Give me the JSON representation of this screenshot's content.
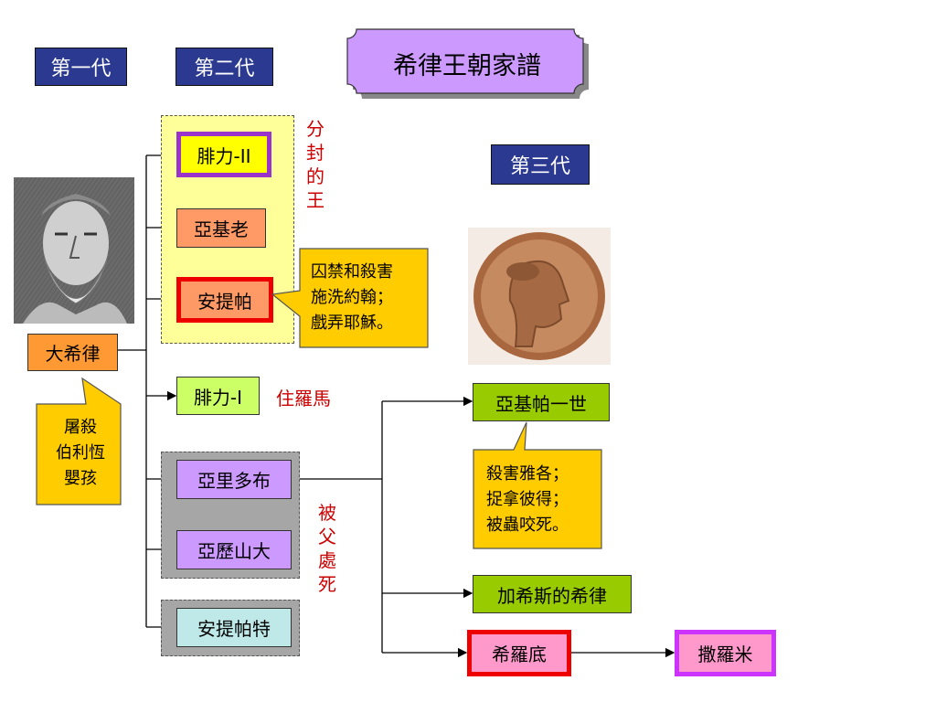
{
  "title": "希律王朝家譜",
  "generations": {
    "first": "第一代",
    "second": "第二代",
    "third": "第三代"
  },
  "people": {
    "herod": "大希律",
    "philip2": "腓力-II",
    "archelaus": "亞基老",
    "antipas": "安提帕",
    "philip1": "腓力-I",
    "aristobulus": "亞里多布",
    "alexander": "亞歷山大",
    "antipater": "安提帕特",
    "agrippa1": "亞基帕一世",
    "herod_chalcis": "加希斯的希律",
    "herodias": "希羅底",
    "salome": "撒羅米"
  },
  "labels": {
    "fenfeng": [
      "分",
      "封",
      "的",
      "王"
    ],
    "zhuluoma": "住羅馬",
    "beifuchusi": [
      "被",
      "父",
      "處",
      "死"
    ]
  },
  "callouts": {
    "herod": [
      "屠殺",
      "伯利恆",
      "嬰孩"
    ],
    "antipas": [
      "囚禁和殺害",
      "施洗約翰；",
      "戲弄耶穌。"
    ],
    "agrippa1": [
      "殺害雅各；",
      "捉拿彼得；",
      "被蟲咬死。"
    ]
  }
}
